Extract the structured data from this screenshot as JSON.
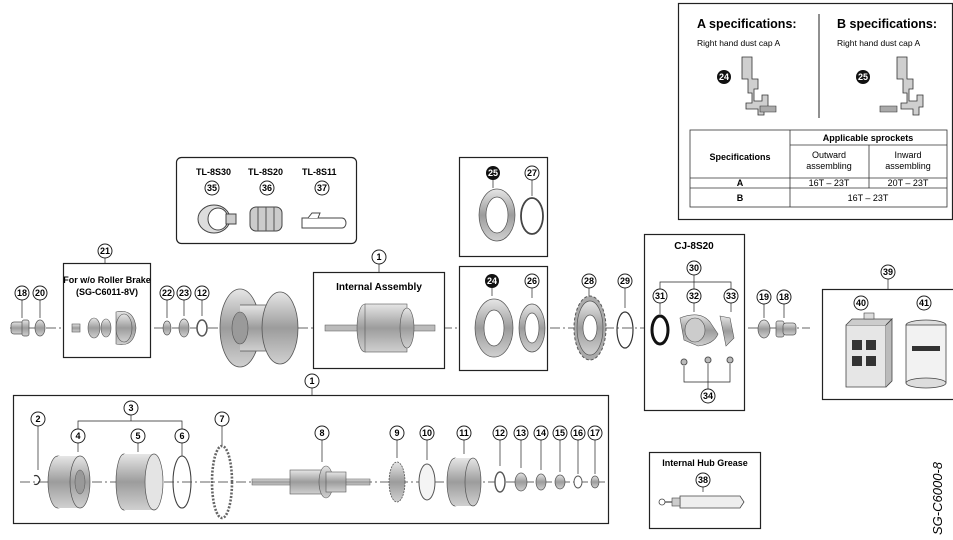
{
  "spec_box": {
    "a_title": "A specifications:",
    "a_sub": "Right hand dust cap A",
    "b_title": "B specifications:",
    "b_sub": "Right hand dust cap A",
    "a_badge": "24",
    "b_badge": "25",
    "table": {
      "header_specifications": "Specifications",
      "header_applicable": "Applicable sprockets",
      "col_outward": "Outward",
      "col_outward_2": "assembling",
      "col_inward": "Inward",
      "col_inward_2": "assembling",
      "row_a_label": "A",
      "row_a_outward": "16T – 23T",
      "row_a_inward": "20T – 23T",
      "row_b_label": "B",
      "row_b_value": "16T – 23T"
    }
  },
  "tools_box": {
    "tool1": "TL-8S30",
    "tool2": "TL-8S20",
    "tool3": "TL-8S11",
    "n1": "35",
    "n2": "36",
    "n3": "37"
  },
  "roller_box": {
    "line1": "For w/o Roller Brake",
    "line2": "(SG-C6011-8V)",
    "num": "21"
  },
  "internal_assembly": {
    "label": "Internal Assembly",
    "num": "1"
  },
  "chain_case": {
    "label": "CJ-8S20",
    "num": "30",
    "subs": [
      "31",
      "32",
      "33",
      "34"
    ]
  },
  "grease": {
    "label": "Internal Hub Grease",
    "num": "38"
  },
  "grease_kit": {
    "num": "39",
    "subs": [
      "40",
      "41"
    ]
  },
  "callouts": {
    "top_row": [
      "18",
      "20",
      "22",
      "23",
      "12",
      "25",
      "27",
      "24",
      "26",
      "28",
      "29",
      "19",
      "18"
    ],
    "bottom_row": [
      "2",
      "3",
      "4",
      "5",
      "6",
      "7",
      "8",
      "9",
      "10",
      "11",
      "12",
      "13",
      "14",
      "15",
      "16",
      "17"
    ],
    "bottom_parent": "1"
  },
  "side_text": "SG-C6000-8"
}
